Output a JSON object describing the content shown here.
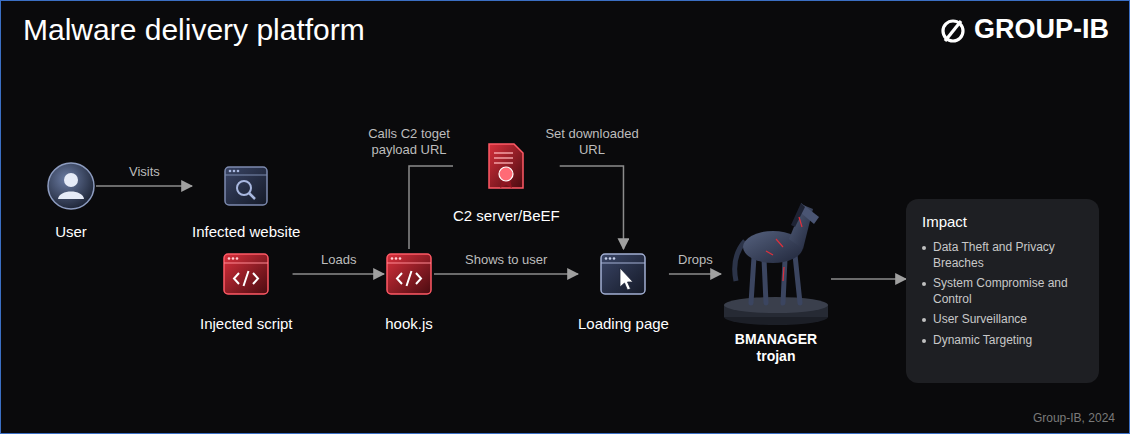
{
  "diagram": {
    "title": "Malware delivery platform",
    "nodes": [
      {
        "text": [
          "User"
        ]
      },
      {
        "text": [
          "Infected website"
        ]
      },
      {
        "text": [
          "Injected script"
        ]
      },
      {
        "text": [
          "hook.js"
        ]
      },
      {
        "text": [
          "C2 server/BeEF"
        ]
      },
      {
        "text": [
          "Loading page"
        ]
      },
      {
        "text": [
          "BMANAGER trojan"
        ]
      },
      {
        "text": [
          "Impact",
          "Data Theft and Privacy Breaches",
          "System Compromise and Control",
          "User Surveillance",
          "Dynamic Targeting"
        ]
      }
    ],
    "edges": [
      {
        "from": 0,
        "to": 1,
        "label": "Visits",
        "arrow": "to"
      },
      {
        "from": 2,
        "to": 3,
        "label": "Loads",
        "arrow": "to"
      },
      {
        "from": 3,
        "to": 4,
        "label": "Calls C2 toget payload URL",
        "arrow": "none"
      },
      {
        "from": 4,
        "to": 5,
        "label": "Set downloaded URL",
        "arrow": "to"
      },
      {
        "from": 3,
        "to": 5,
        "label": "Shows to user",
        "arrow": "to"
      },
      {
        "from": 5,
        "to": 6,
        "label": "Drops",
        "arrow": "to"
      },
      {
        "from": 6,
        "to": 7,
        "arrow": "to"
      }
    ],
    "labels": [
      "GROUP-IB",
      "Group-IB, 2024"
    ]
  }
}
